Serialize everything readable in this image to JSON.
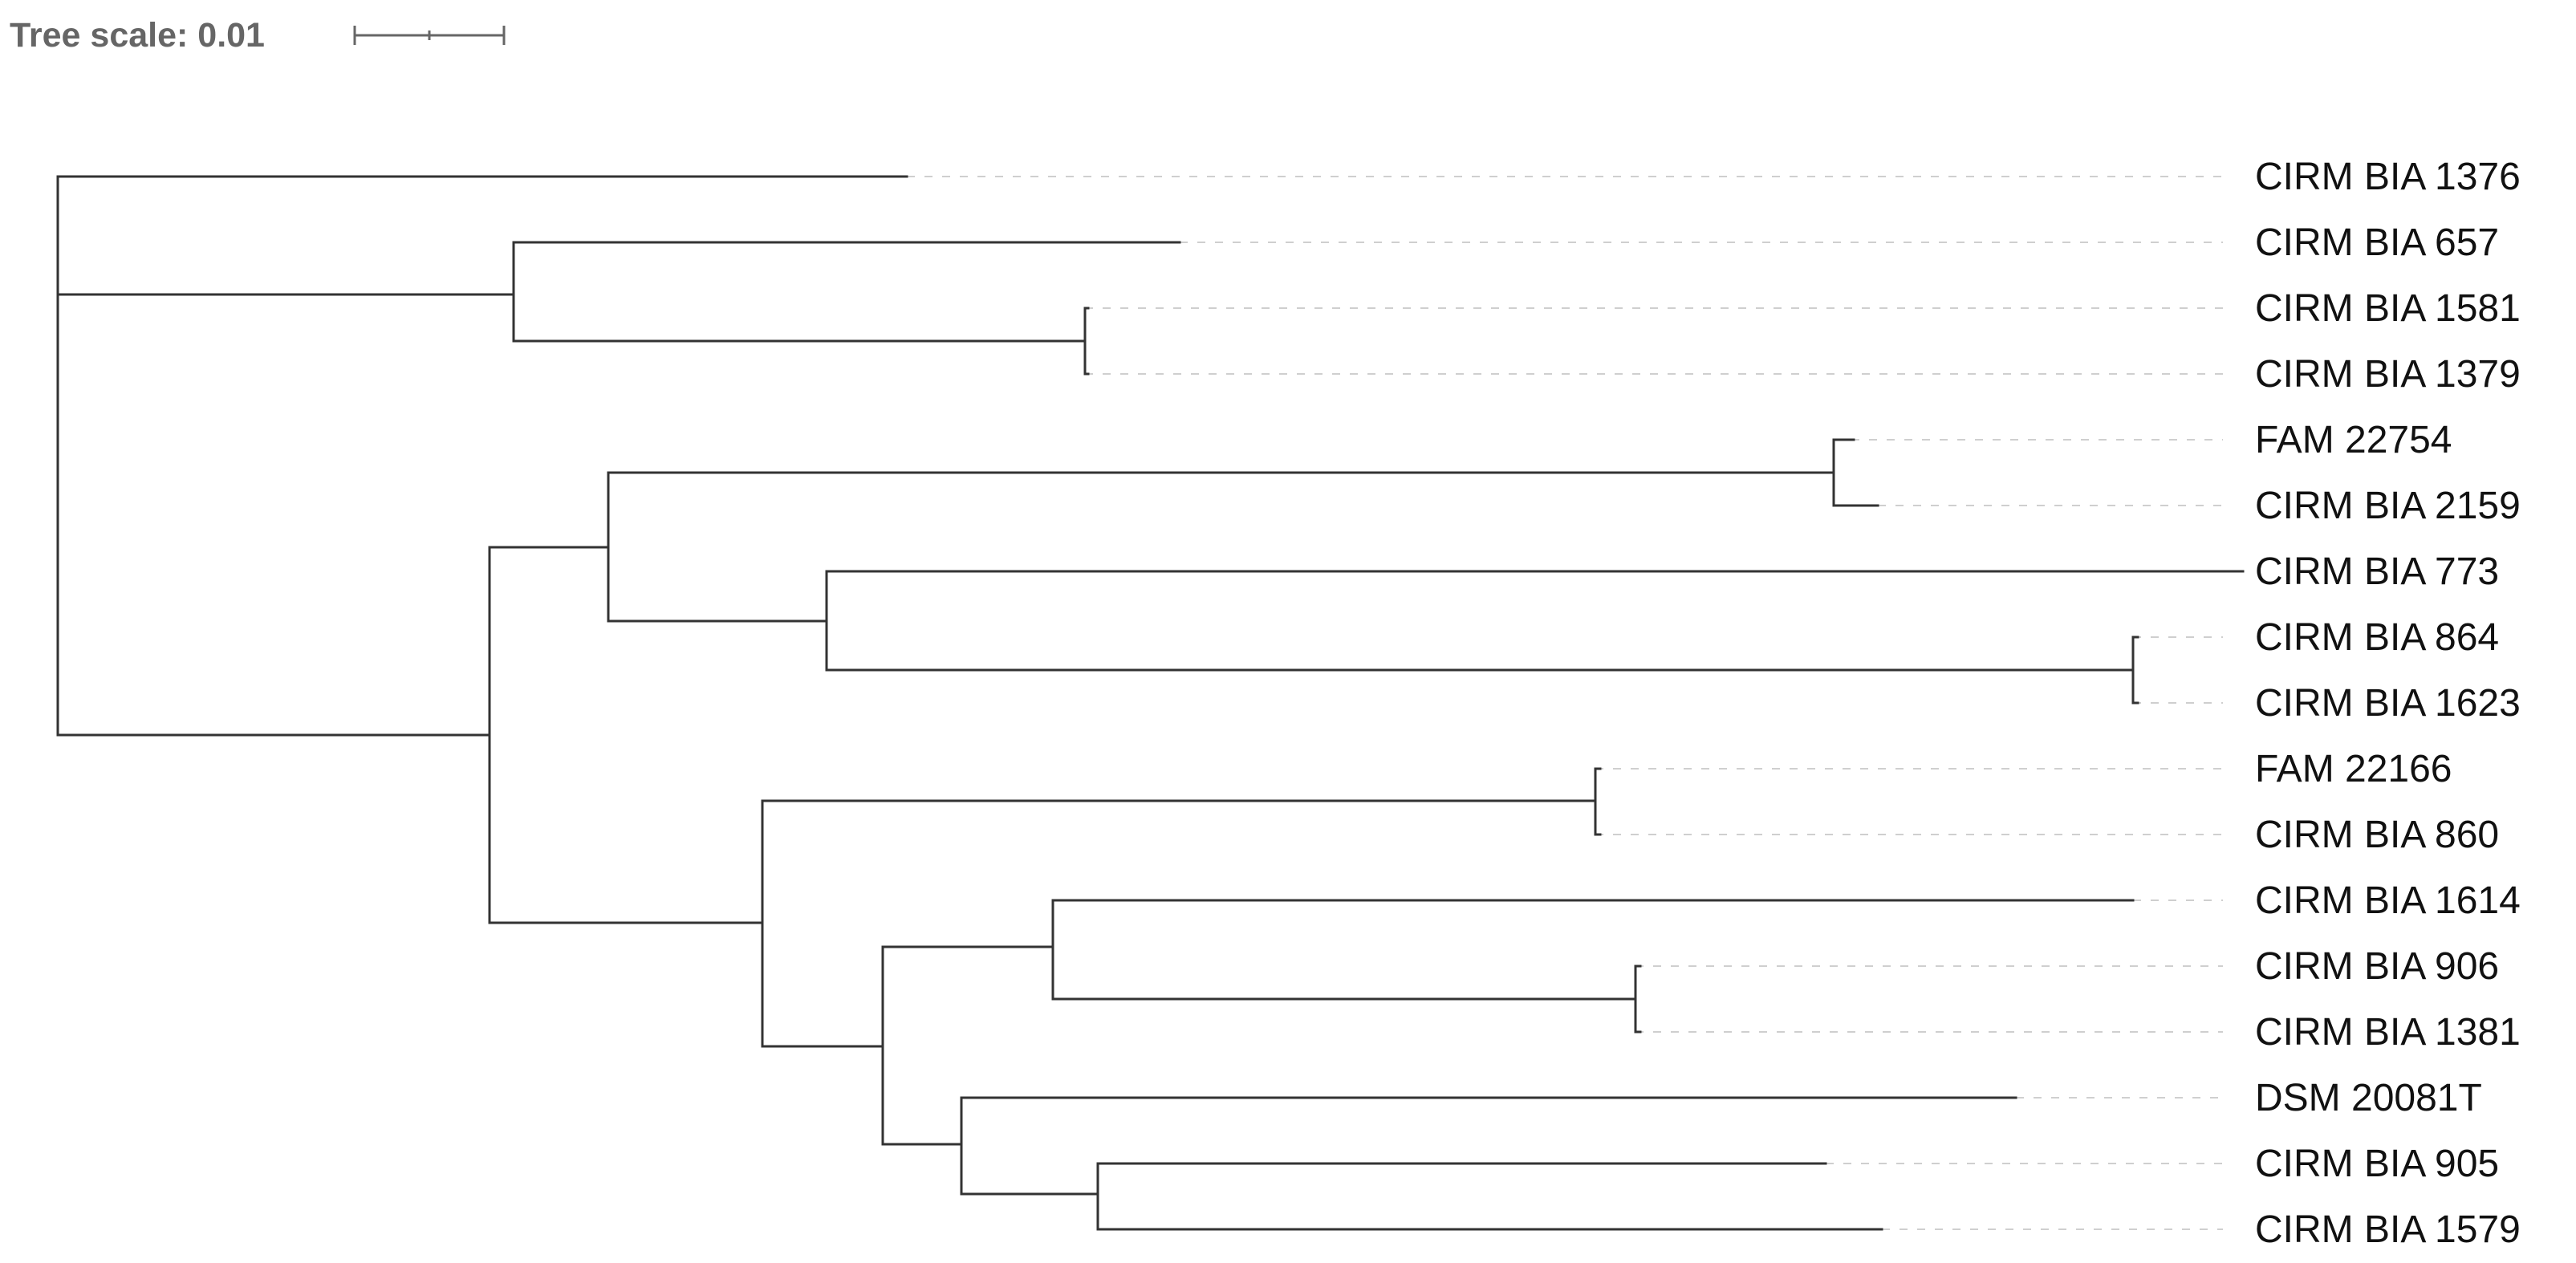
{
  "scale": {
    "label": "Tree scale: 0.01"
  },
  "leaves": [
    "CIRM BIA 1376",
    "CIRM BIA 657",
    "CIRM BIA 1581",
    "CIRM BIA 1379",
    "FAM 22754",
    "CIRM BIA 2159",
    "CIRM BIA 773",
    "CIRM BIA 864",
    "CIRM BIA 1623",
    "FAM 22166",
    "CIRM BIA 860",
    "CIRM BIA 1614",
    "CIRM BIA 906",
    "CIRM BIA 1381",
    "DSM 20081T",
    "CIRM BIA 905",
    "CIRM BIA 1579"
  ],
  "colors": {
    "branch": "#333333",
    "guide": "#cfcfcf",
    "scale": "#666666",
    "label": "#111111"
  }
}
